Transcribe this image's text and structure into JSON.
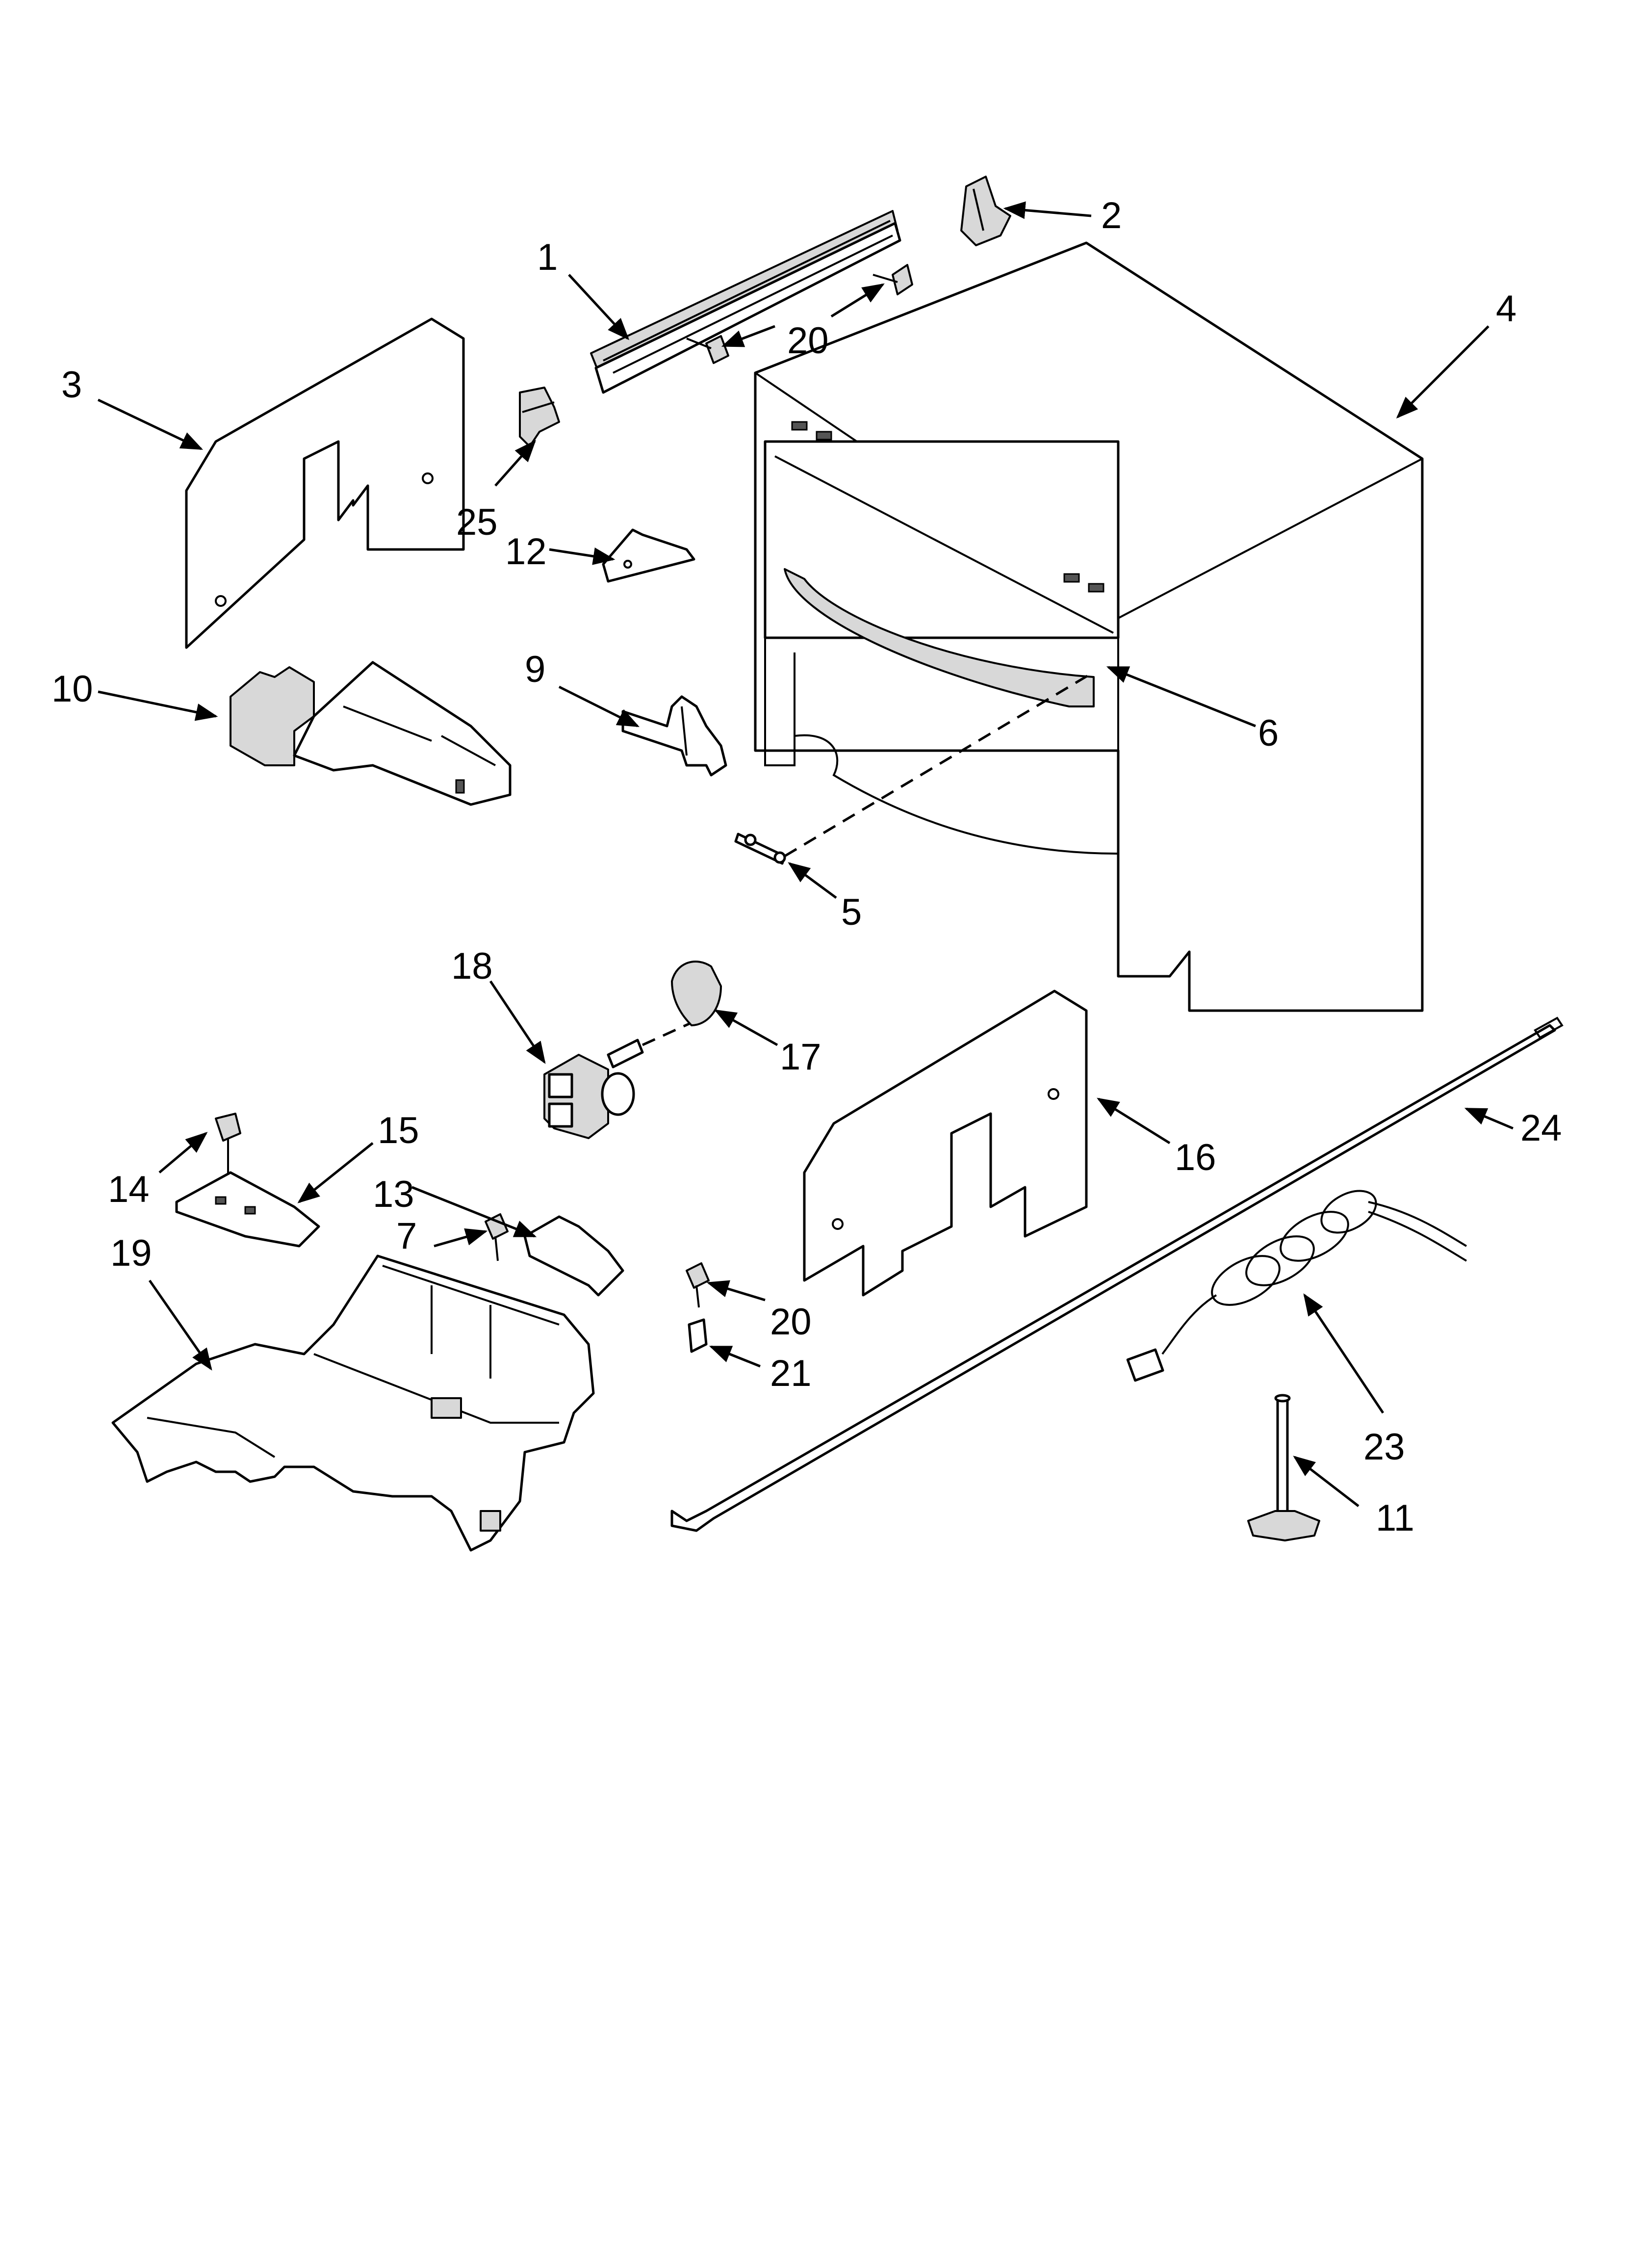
{
  "diagram": {
    "callouts": [
      {
        "id": "c1",
        "label": "1"
      },
      {
        "id": "c2",
        "label": "2"
      },
      {
        "id": "c3",
        "label": "3"
      },
      {
        "id": "c4",
        "label": "4"
      },
      {
        "id": "c5",
        "label": "5"
      },
      {
        "id": "c6",
        "label": "6"
      },
      {
        "id": "c7",
        "label": "7"
      },
      {
        "id": "c9",
        "label": "9"
      },
      {
        "id": "c10",
        "label": "10"
      },
      {
        "id": "c11",
        "label": "11"
      },
      {
        "id": "c12",
        "label": "12"
      },
      {
        "id": "c13",
        "label": "13"
      },
      {
        "id": "c14",
        "label": "14"
      },
      {
        "id": "c15",
        "label": "15"
      },
      {
        "id": "c16",
        "label": "16"
      },
      {
        "id": "c17",
        "label": "17"
      },
      {
        "id": "c18",
        "label": "18"
      },
      {
        "id": "c19",
        "label": "19"
      },
      {
        "id": "c20a",
        "label": "20"
      },
      {
        "id": "c20b",
        "label": "20"
      },
      {
        "id": "c21",
        "label": "21"
      },
      {
        "id": "c23",
        "label": "23"
      },
      {
        "id": "c24",
        "label": "24"
      },
      {
        "id": "c25",
        "label": "25"
      }
    ]
  }
}
